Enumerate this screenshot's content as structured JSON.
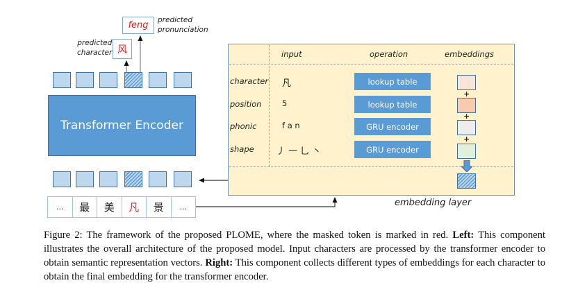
{
  "figure": {
    "left": {
      "predicted_pronunciation": {
        "value": "feng",
        "label_line1": "predicted",
        "label_line2": "pronunciation"
      },
      "predicted_character": {
        "value": "风",
        "label_line1": "predicted",
        "label_line2": "character"
      },
      "encoder_label": "Transformer Encoder",
      "output_tokens": [
        {
          "masked": false
        },
        {
          "masked": false
        },
        {
          "masked": false
        },
        {
          "masked": true
        },
        {
          "masked": false
        },
        {
          "masked": false
        }
      ],
      "input_tokens": [
        {
          "masked": false
        },
        {
          "masked": false
        },
        {
          "masked": false
        },
        {
          "masked": true
        },
        {
          "masked": false
        },
        {
          "masked": false
        }
      ],
      "input_characters": [
        {
          "char": "...",
          "masked": false
        },
        {
          "char": "最",
          "masked": false
        },
        {
          "char": "美",
          "masked": false
        },
        {
          "char": "凡",
          "masked": true
        },
        {
          "char": "景",
          "masked": false
        },
        {
          "char": "...",
          "masked": false
        }
      ]
    },
    "right": {
      "title": "embedding layer",
      "column_headers": {
        "input": "input",
        "operation": "operation",
        "embeddings": "embeddings"
      },
      "rows": [
        {
          "type": "character",
          "input": "凡",
          "operation": "lookup table",
          "embedding_color": "#fbe5d6"
        },
        {
          "type": "position",
          "input": "5",
          "operation": "lookup table",
          "embedding_color": "#f8cbad"
        },
        {
          "type": "phonic",
          "input": "f a n",
          "operation": "GRU encoder",
          "embedding_color": "#ededed"
        },
        {
          "type": "shape",
          "input": "丿 一 乚 丶",
          "operation": "GRU encoder",
          "embedding_color": "#e2efda"
        }
      ],
      "combine_symbol": "+"
    },
    "colors": {
      "encoder": "#5b9bd5",
      "token": "#bdd7ee",
      "panel": "#fff2cc",
      "masked_text": "#e02020"
    }
  },
  "caption": {
    "prefix": "Figure 2:  The framework of the proposed PLOME, where the masked token is marked in red. ",
    "left_label": "Left:",
    "left_text": " This component illustrates the overall architecture of the proposed model. Input characters are processed by the transformer encoder to obtain semantic representation vectors. ",
    "right_label": "Right:",
    "right_text": " This component collects different types of embeddings for each character to obtain the final embedding for the transformer encoder."
  }
}
